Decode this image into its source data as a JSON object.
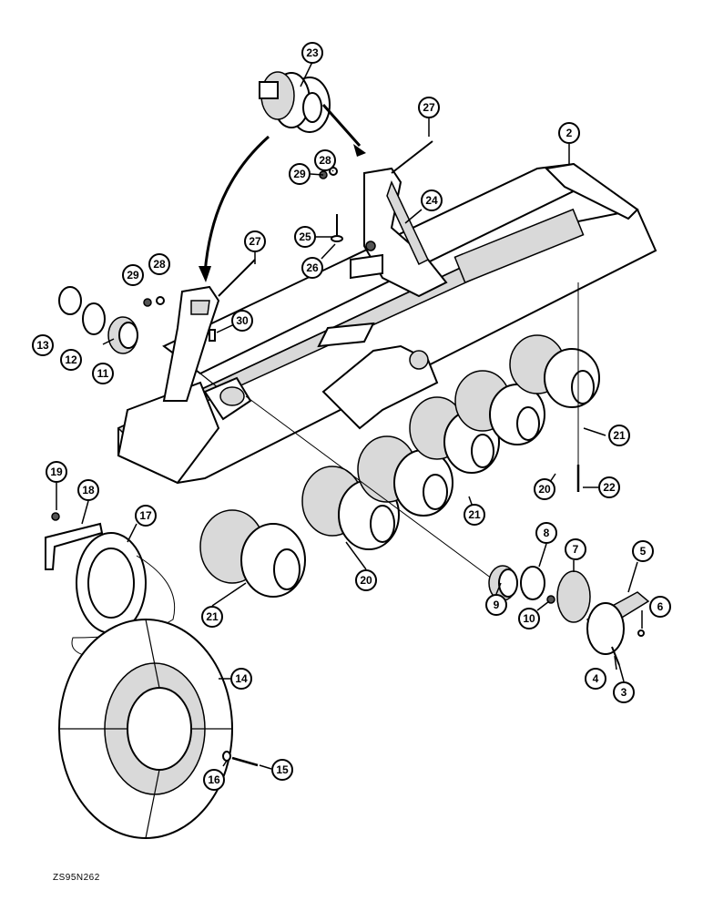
{
  "callouts": [
    {
      "id": "23",
      "label": "23"
    },
    {
      "id": "27a",
      "label": "27"
    },
    {
      "id": "2",
      "label": "2"
    },
    {
      "id": "29a",
      "label": "29"
    },
    {
      "id": "28a",
      "label": "28"
    },
    {
      "id": "24",
      "label": "24"
    },
    {
      "id": "27b",
      "label": "27"
    },
    {
      "id": "25",
      "label": "25"
    },
    {
      "id": "26",
      "label": "26"
    },
    {
      "id": "29b",
      "label": "29"
    },
    {
      "id": "28b",
      "label": "28"
    },
    {
      "id": "30",
      "label": "30"
    },
    {
      "id": "13",
      "label": "13"
    },
    {
      "id": "12",
      "label": "12"
    },
    {
      "id": "11",
      "label": "11"
    },
    {
      "id": "21a",
      "label": "21"
    },
    {
      "id": "22",
      "label": "22"
    },
    {
      "id": "20a",
      "label": "20"
    },
    {
      "id": "21b",
      "label": "21"
    },
    {
      "id": "19",
      "label": "19"
    },
    {
      "id": "18",
      "label": "18"
    },
    {
      "id": "17",
      "label": "17"
    },
    {
      "id": "8",
      "label": "8"
    },
    {
      "id": "7",
      "label": "7"
    },
    {
      "id": "5",
      "label": "5"
    },
    {
      "id": "20b",
      "label": "20"
    },
    {
      "id": "9",
      "label": "9"
    },
    {
      "id": "10",
      "label": "10"
    },
    {
      "id": "6",
      "label": "6"
    },
    {
      "id": "21c",
      "label": "21"
    },
    {
      "id": "14",
      "label": "14"
    },
    {
      "id": "4",
      "label": "4"
    },
    {
      "id": "3",
      "label": "3"
    },
    {
      "id": "15",
      "label": "15"
    },
    {
      "id": "16",
      "label": "16"
    }
  ],
  "figure_code": "ZS95N262"
}
